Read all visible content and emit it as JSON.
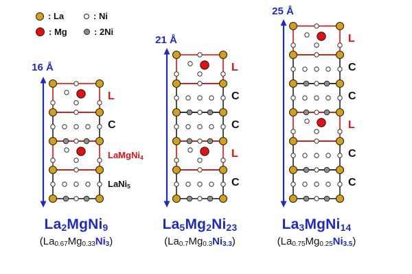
{
  "legend": {
    "items": [
      {
        "atom": "La",
        "label": ": La"
      },
      {
        "atom": "Ni",
        "label": ": Ni"
      },
      {
        "atom": "Mg",
        "label": ": Mg"
      },
      {
        "atom": "2Ni",
        "label": ": 2Ni"
      }
    ]
  },
  "colors": {
    "la": "#D4A017",
    "mg": "#E21010",
    "ni": "#FFFFFF",
    "ni2": "#8E8E8E",
    "blue": "#1E2AC8",
    "red": "#E21010",
    "black": "#111111"
  },
  "structures": [
    {
      "height_label": "16 Å",
      "blocks": [
        "L",
        "C",
        "L",
        "C"
      ],
      "side_labels": [
        [
          {
            "t": "L",
            "c": "red"
          }
        ],
        [
          {
            "t": "C",
            "c": "black"
          }
        ],
        [
          {
            "t": "LaMgNi",
            "c": "red"
          },
          {
            "s": "4",
            "c": "red"
          }
        ],
        [
          {
            "t": "LaNi",
            "c": "black"
          },
          {
            "s": "5",
            "c": "black"
          }
        ]
      ],
      "formula": [
        {
          "t": "La"
        },
        {
          "s": "2"
        },
        {
          "t": "MgNi"
        },
        {
          "s": "9"
        }
      ],
      "composition": [
        {
          "t": "(La"
        },
        {
          "s": "0.67"
        },
        {
          "t": "Mg"
        },
        {
          "s": "0.33"
        },
        {
          "t": "Ni",
          "c": "blue"
        },
        {
          "s": "3",
          "c": "blue"
        },
        {
          "t": ")"
        }
      ]
    },
    {
      "height_label": "21 Å",
      "blocks": [
        "L",
        "C",
        "C",
        "L",
        "C"
      ],
      "side_labels": [
        [
          {
            "t": "L",
            "c": "red"
          }
        ],
        [
          {
            "t": "C",
            "c": "black"
          }
        ],
        [
          {
            "t": "C",
            "c": "black"
          }
        ],
        [
          {
            "t": "L",
            "c": "red"
          }
        ],
        [
          {
            "t": "C",
            "c": "black"
          }
        ]
      ],
      "formula": [
        {
          "t": "La"
        },
        {
          "s": "5"
        },
        {
          "t": "Mg"
        },
        {
          "s": "2"
        },
        {
          "t": "Ni"
        },
        {
          "s": "23"
        }
      ],
      "composition": [
        {
          "t": "(La"
        },
        {
          "s": "0.7"
        },
        {
          "t": "Mg"
        },
        {
          "s": "0.3"
        },
        {
          "t": "Ni",
          "c": "blue"
        },
        {
          "s": "3.3",
          "c": "blue"
        },
        {
          "t": ")"
        }
      ]
    },
    {
      "height_label": "25 Å",
      "blocks": [
        "L",
        "C",
        "C",
        "L",
        "C",
        "C"
      ],
      "side_labels": [
        [
          {
            "t": "L",
            "c": "red"
          }
        ],
        [
          {
            "t": "C",
            "c": "black"
          }
        ],
        [
          {
            "t": "C",
            "c": "black"
          }
        ],
        [
          {
            "t": "L",
            "c": "red"
          }
        ],
        [
          {
            "t": "C",
            "c": "black"
          }
        ],
        [
          {
            "t": "C",
            "c": "black"
          }
        ]
      ],
      "formula": [
        {
          "t": "La"
        },
        {
          "s": "3"
        },
        {
          "t": "MgNi"
        },
        {
          "s": "14"
        }
      ],
      "composition": [
        {
          "t": "(La"
        },
        {
          "s": "0.75"
        },
        {
          "t": "Mg"
        },
        {
          "s": "0.25"
        },
        {
          "t": "Ni",
          "c": "blue"
        },
        {
          "s": "3.5",
          "c": "blue"
        },
        {
          "t": ")"
        }
      ]
    }
  ]
}
